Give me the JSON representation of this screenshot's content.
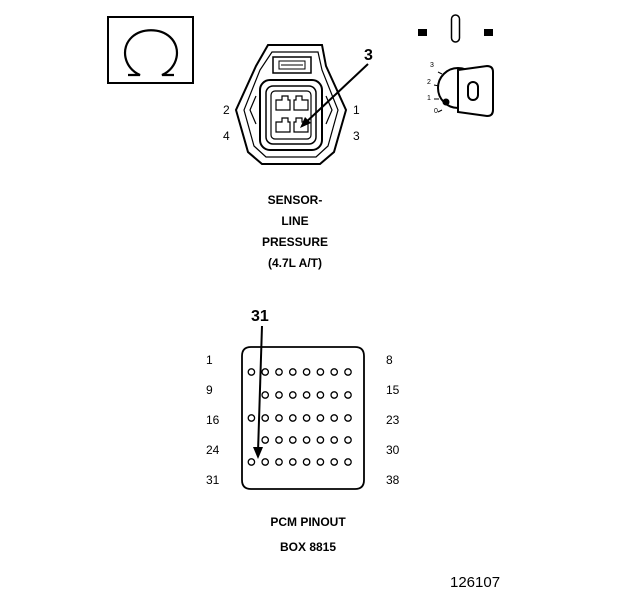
{
  "symbols": {
    "ohm_icon": "ohm-symbol",
    "key_icon": "ignition-key"
  },
  "ignition_switch": {
    "positions": [
      "3",
      "2",
      "1",
      "0"
    ]
  },
  "sensor": {
    "callout": "3",
    "pins": {
      "p1": "1",
      "p2": "2",
      "p3": "3",
      "p4": "4"
    },
    "caption_lines": [
      "SENSOR-",
      "LINE",
      "PRESSURE",
      "(4.7L A/T)"
    ]
  },
  "pcm": {
    "callout": "31",
    "row_start_labels": [
      "1",
      "9",
      "16",
      "24",
      "31"
    ],
    "row_end_labels": [
      "8",
      "15",
      "23",
      "30",
      "38"
    ],
    "caption_lines": [
      "PCM PINOUT",
      "BOX 8815"
    ]
  },
  "figure_number": "126107"
}
